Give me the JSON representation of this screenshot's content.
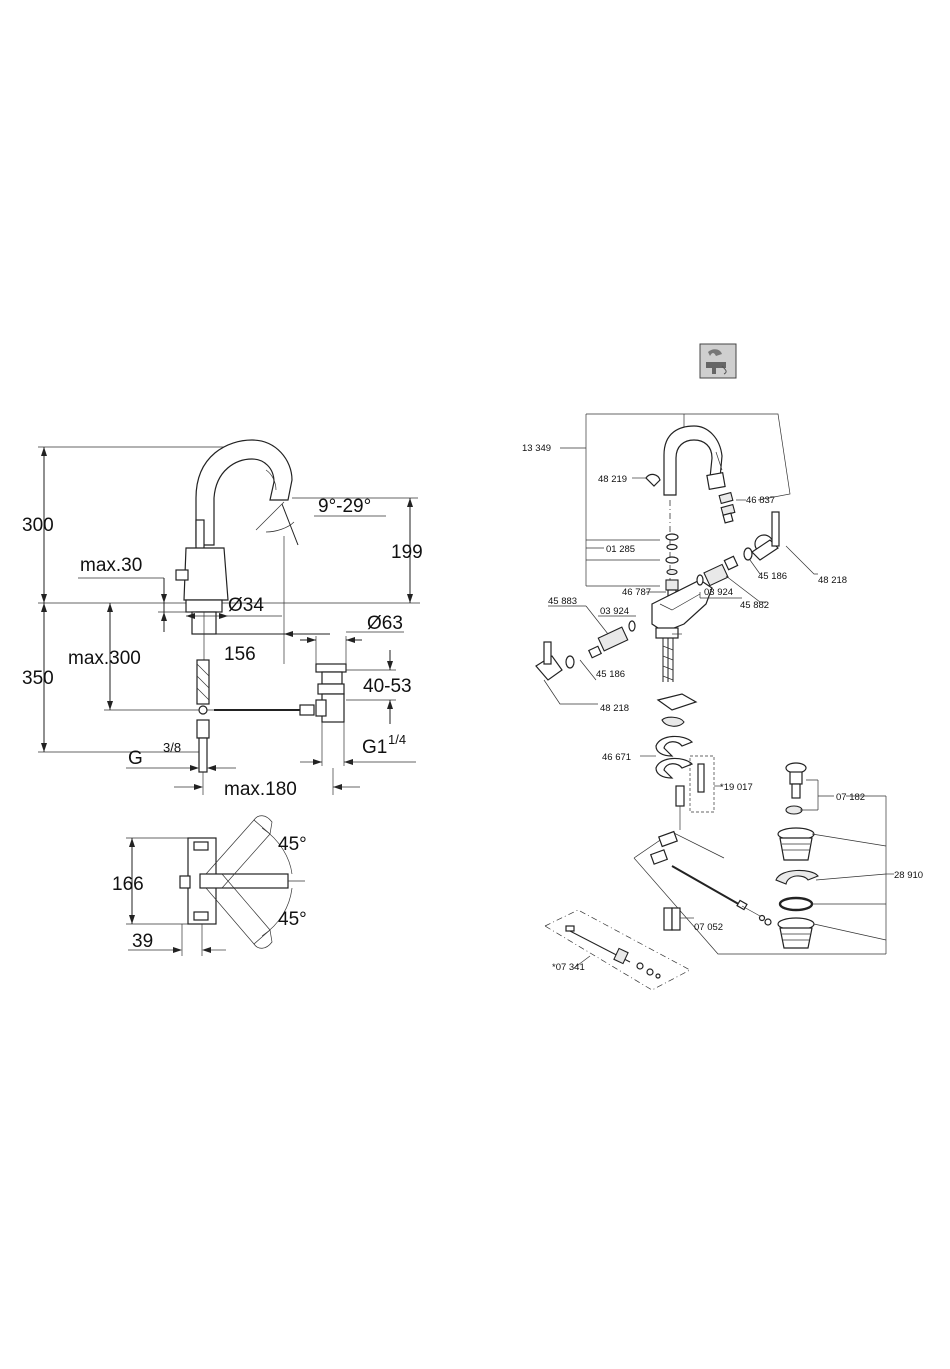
{
  "dimension_drawing": {
    "side_view": {
      "height_top": "300",
      "spout_angle": "9°-29°",
      "spout_height": "199",
      "max_30": "max.30",
      "diameter_body": "Ø34",
      "diameter_waste": "Ø63",
      "max_300": "max.300",
      "reach": "156",
      "height_below": "350",
      "waste_adjust": "40-53",
      "connection_g": "G",
      "connection_g_fraction": "3/8",
      "waste_thread": "G1",
      "waste_thread_fraction": "1/4",
      "max_180": "max.180"
    },
    "top_view": {
      "width": "166",
      "swivel_upper": "45°",
      "swivel_lower": "45°",
      "offset": "39"
    }
  },
  "exploded_view": {
    "badge_icon": "tap-and-water-icon",
    "parts": {
      "spout": "13 349",
      "aerator_left": "48 219",
      "aerator_right": "46 837",
      "seal_stack": "01 285",
      "cartridge_center": "46 787",
      "cartridge_left": "45 883",
      "oring_left": "03 924",
      "handle_left_rosette": "45 186",
      "handle_left": "48 218",
      "oring_right": "03 924",
      "cartridge_right": "45 882",
      "handle_right_rosette": "45 186",
      "handle_right": "48 218",
      "mounting_set": "46 671",
      "fixing_tool": "*19 017",
      "pop_up_head": "07 182",
      "waste_set": "28 910",
      "pull_rod": "07 052",
      "rod_set": "*07 341"
    }
  }
}
